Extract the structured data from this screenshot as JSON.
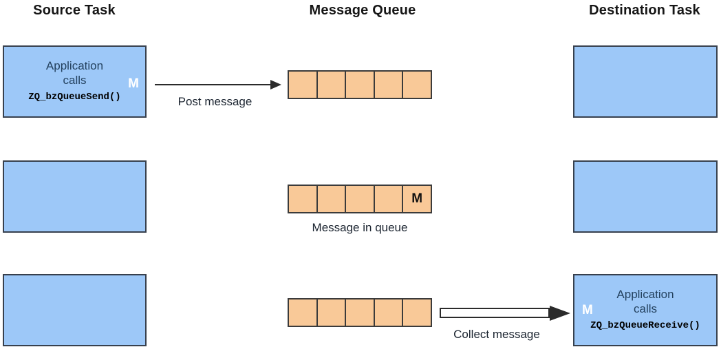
{
  "headers": {
    "source": "Source Task",
    "queue": "Message Queue",
    "destination": "Destination Task"
  },
  "row1": {
    "source_box": {
      "line1": "Application",
      "line2": "calls",
      "code": "ZQ_bzQueueSend()",
      "token": "M"
    },
    "arrow_label": "Post message"
  },
  "row2": {
    "queue_token": "M",
    "queue_label": "Message in queue"
  },
  "row3": {
    "arrow_label": "Collect message",
    "dest_box": {
      "line1": "Application",
      "line2": "calls",
      "code": "ZQ_bzQueueReceive()",
      "token": "M"
    }
  },
  "colors": {
    "task_fill": "#9dc8f8",
    "queue_fill": "#f9c998",
    "box_border": "#37404d",
    "queue_border": "#3b3b3b",
    "arrow_color": "#2b2b2b",
    "header_text": "#161616",
    "label_text": "#1b2430",
    "app_text": "#24425f"
  }
}
